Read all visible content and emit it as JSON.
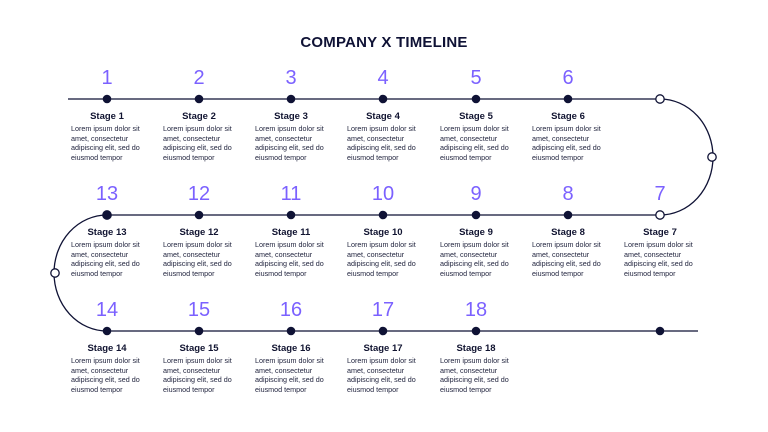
{
  "title": "COMPANY X TIMELINE",
  "colors": {
    "accent": "#7b61ff",
    "line": "#0f1235",
    "open_marker": "#ffffff"
  },
  "stages": [
    {
      "number": "1",
      "label": "Stage 1",
      "desc": "Lorem ipsum dolor sit amet, consectetur adipiscing elit, sed do eiusmod tempor"
    },
    {
      "number": "2",
      "label": "Stage 2",
      "desc": "Lorem ipsum dolor sit amet, consectetur adipiscing elit, sed do eiusmod tempor"
    },
    {
      "number": "3",
      "label": "Stage 3",
      "desc": "Lorem ipsum dolor sit amet, consectetur adipiscing elit, sed do eiusmod tempor"
    },
    {
      "number": "4",
      "label": "Stage 4",
      "desc": "Lorem ipsum dolor sit amet, consectetur adipiscing elit, sed do eiusmod tempor"
    },
    {
      "number": "5",
      "label": "Stage 5",
      "desc": "Lorem ipsum dolor sit amet, consectetur adipiscing elit, sed do eiusmod tempor"
    },
    {
      "number": "6",
      "label": "Stage 6",
      "desc": "Lorem ipsum dolor sit amet, consectetur adipiscing elit, sed do eiusmod tempor"
    },
    {
      "number": "7",
      "label": "Stage 7",
      "desc": "Lorem ipsum dolor sit amet, consectetur adipiscing elit, sed do eiusmod tempor"
    },
    {
      "number": "8",
      "label": "Stage 8",
      "desc": "Lorem ipsum dolor sit amet, consectetur adipiscing elit, sed do eiusmod tempor"
    },
    {
      "number": "9",
      "label": "Stage 9",
      "desc": "Lorem ipsum dolor sit amet, consectetur adipiscing elit, sed do eiusmod tempor"
    },
    {
      "number": "10",
      "label": "Stage 10",
      "desc": "Lorem ipsum dolor sit amet, consectetur adipiscing elit, sed do eiusmod tempor"
    },
    {
      "number": "11",
      "label": "Stage 11",
      "desc": "Lorem ipsum dolor sit amet, consectetur adipiscing elit, sed do eiusmod tempor"
    },
    {
      "number": "12",
      "label": "Stage 12",
      "desc": "Lorem ipsum dolor sit amet, consectetur adipiscing elit, sed do eiusmod tempor"
    },
    {
      "number": "13",
      "label": "Stage 13",
      "desc": "Lorem ipsum dolor sit amet, consectetur adipiscing elit, sed do eiusmod tempor"
    },
    {
      "number": "14",
      "label": "Stage 14",
      "desc": "Lorem ipsum dolor sit amet, consectetur adipiscing elit, sed do eiusmod tempor"
    },
    {
      "number": "15",
      "label": "Stage 15",
      "desc": "Lorem ipsum dolor sit amet, consectetur adipiscing elit, sed do eiusmod tempor"
    },
    {
      "number": "16",
      "label": "Stage 16",
      "desc": "Lorem ipsum dolor sit amet, consectetur adipiscing elit, sed do eiusmod tempor"
    },
    {
      "number": "17",
      "label": "Stage 17",
      "desc": "Lorem ipsum dolor sit amet, consectetur adipiscing elit, sed do eiusmod tempor"
    },
    {
      "number": "18",
      "label": "Stage 18",
      "desc": "Lorem ipsum dolor sit amet, consectetur adipiscing elit, sed do eiusmod tempor"
    }
  ]
}
